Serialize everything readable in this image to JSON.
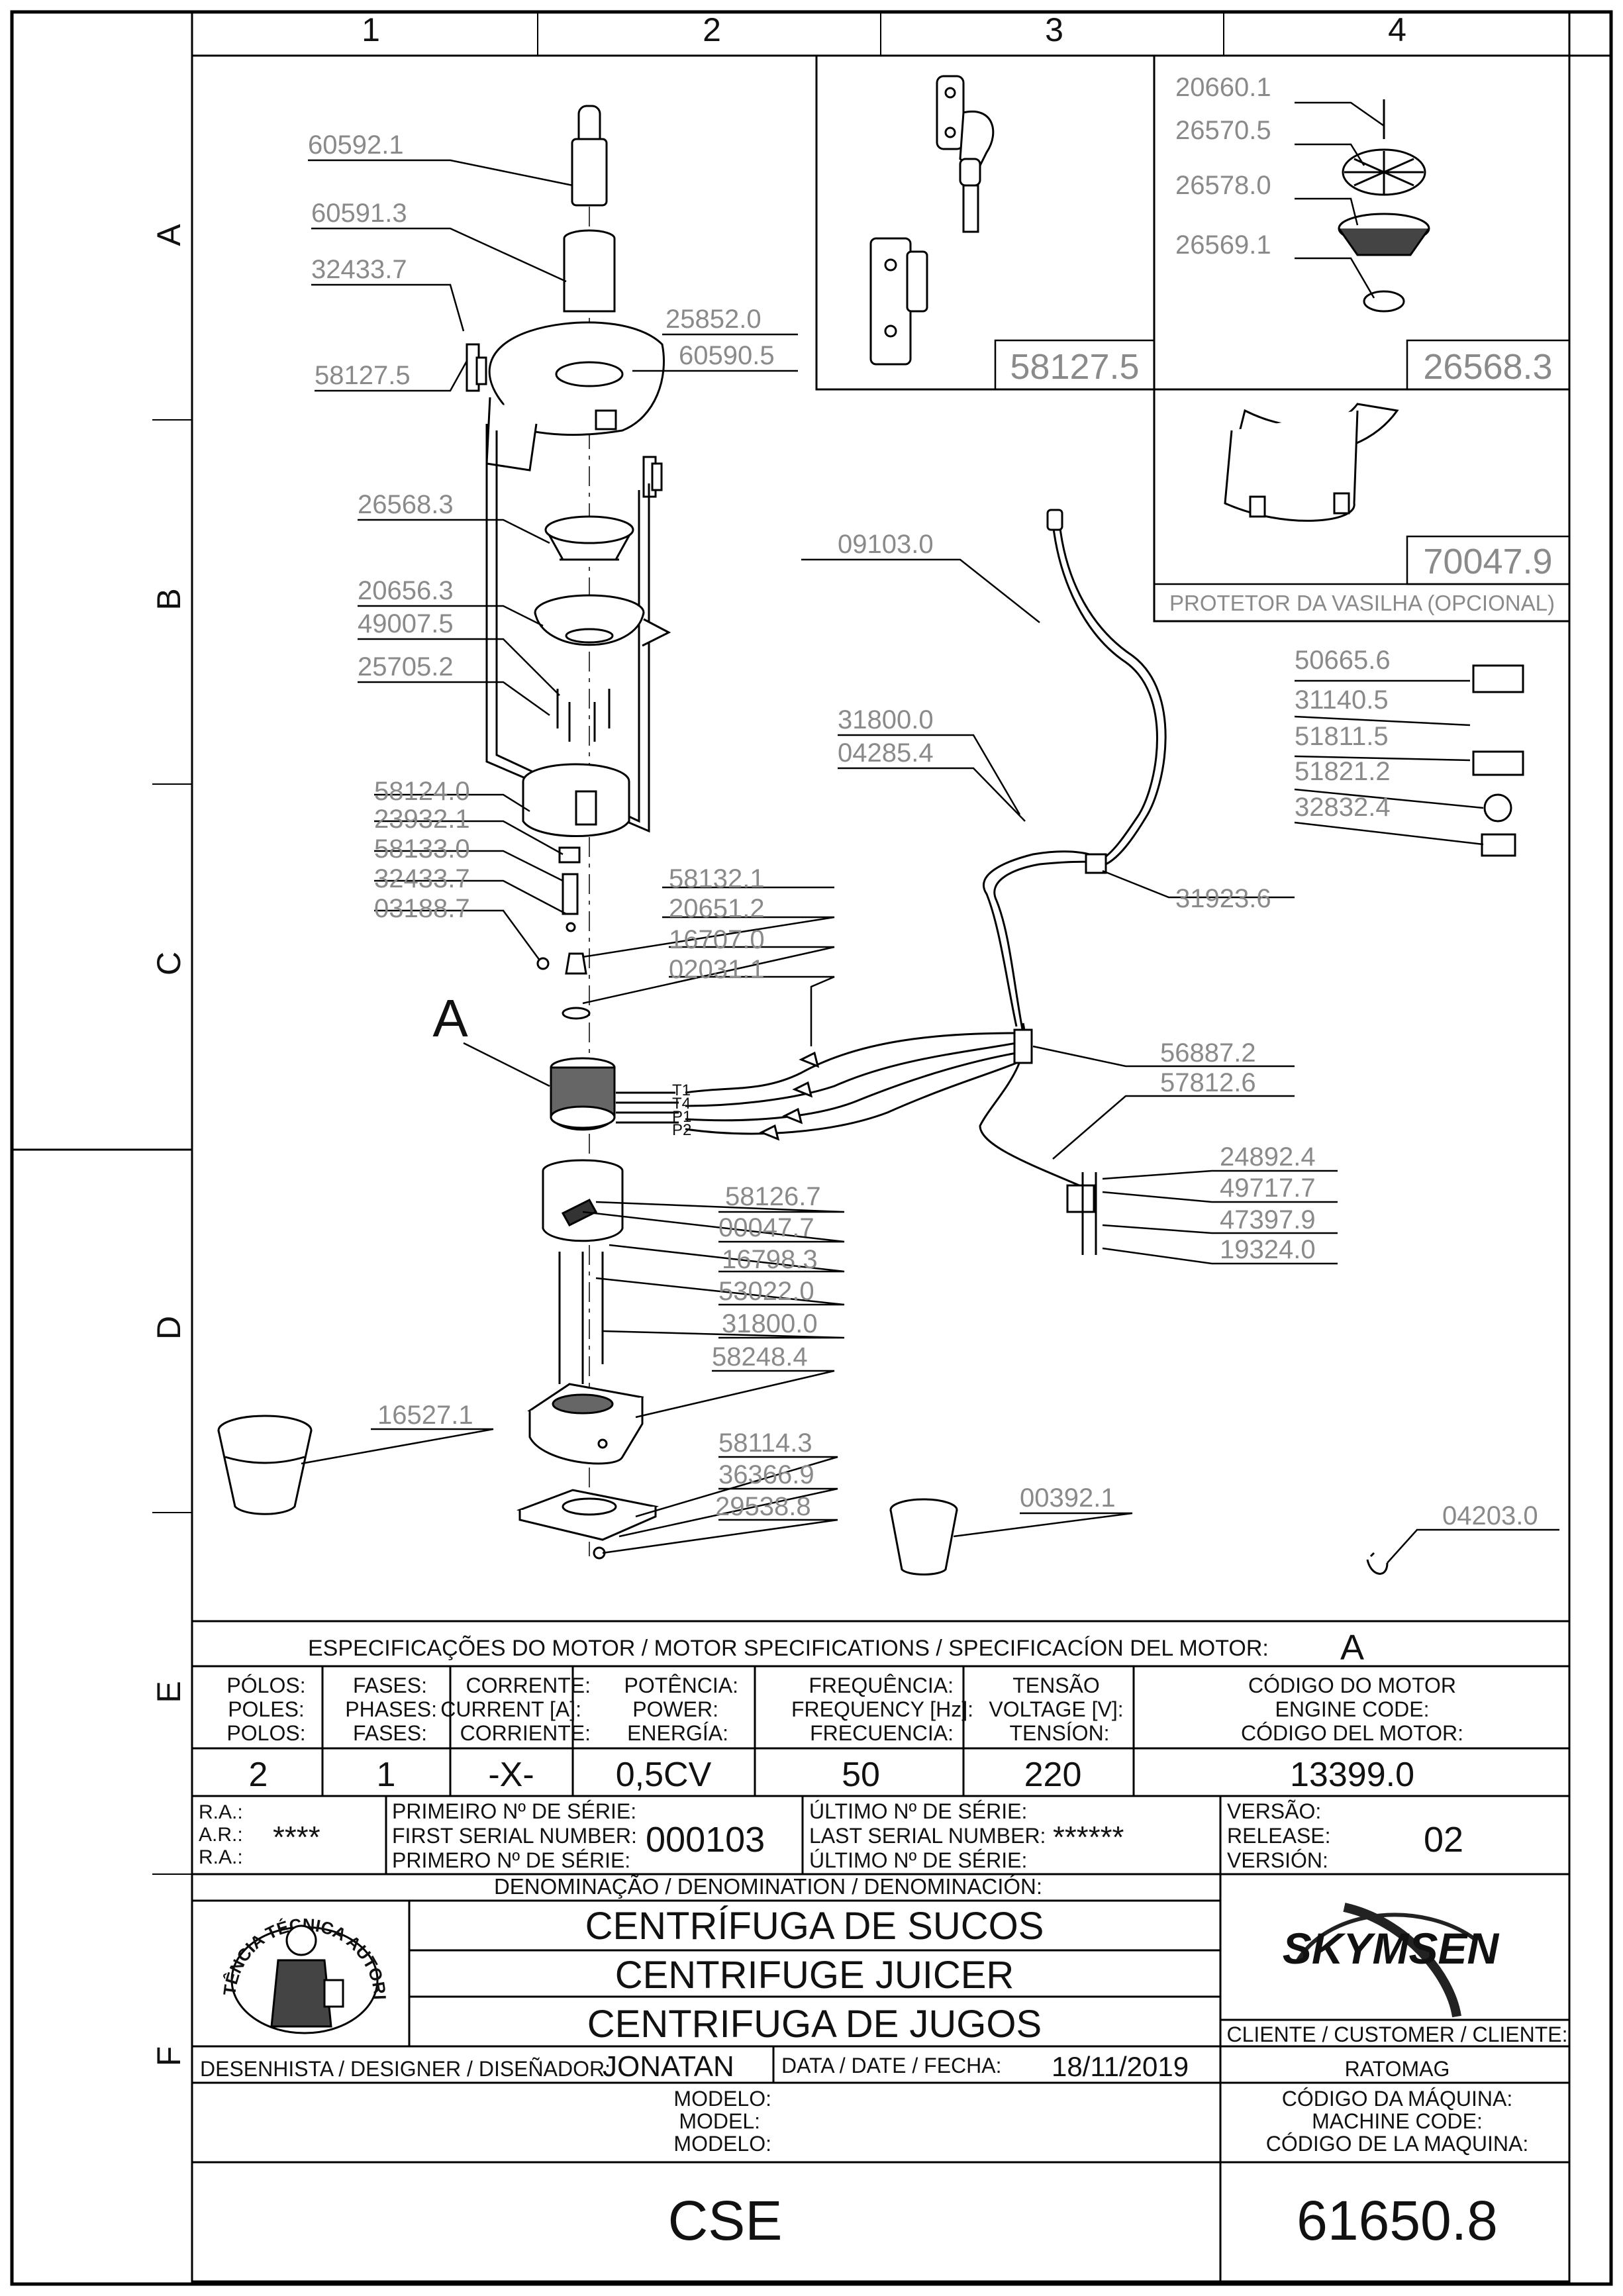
{
  "grid": {
    "columns": [
      "1",
      "2",
      "3",
      "4"
    ],
    "rows": [
      "A",
      "B",
      "C",
      "D",
      "E",
      "F"
    ]
  },
  "callouts": {
    "c1": "60592.1",
    "c2": "60591.3",
    "c3": "32433.7",
    "c4": "58127.5",
    "c5": "25852.0",
    "c6": "60590.5",
    "c7": "26568.3",
    "c8": "20656.3",
    "c9": "49007.5",
    "c10": "25705.2",
    "c11": "58124.0",
    "c12": "23932.1",
    "c13": "58133.0",
    "c14": "32433.7",
    "c15": "03188.7",
    "c16": "58132.1",
    "c17": "20651.2",
    "c18": "16707.0",
    "c19": "02031.1",
    "c20": "58126.7",
    "c21": "00047.7",
    "c22": "16798.3",
    "c23": "53022.0",
    "c24": "31800.0",
    "c25": "58248.4",
    "c26": "16527.1",
    "c27": "58114.3",
    "c28": "36366.9",
    "c29": "29538.8",
    "c30": "00392.1",
    "c31": "04203.0",
    "c32": "09103.0",
    "c33": "31800.0",
    "c34": "04285.4",
    "c35": "31923.6",
    "c36": "56887.2",
    "c37": "57812.6",
    "c38": "24892.4",
    "c39": "49717.7",
    "c40": "47397.9",
    "c41": "19324.0",
    "c42": "50665.6",
    "c43": "31140.5",
    "c44": "51811.5",
    "c45": "51821.2",
    "c46": "32832.4",
    "c47": "20660.1",
    "c48": "26570.5",
    "c49": "26578.0",
    "c50": "26569.1"
  },
  "detail_boxes": {
    "box_a_code": "58127.5",
    "box_b_code": "26568.3",
    "box_c_code": "70047.9",
    "box_c_caption": "PROTETOR DA VASILHA (OPCIONAL)"
  },
  "motor_marker": "A",
  "wire_labels": [
    "T1",
    "T4",
    "P1",
    "P2"
  ],
  "motor_spec": {
    "heading": "ESPECIFICAÇÕES DO MOTOR / MOTOR SPECIFICATIONS / SPECIFICACÍON DEL MOTOR:",
    "marker": "A",
    "headers": [
      {
        "l1": "PÓLOS:",
        "l2": "POLES:",
        "l3": "POLOS:"
      },
      {
        "l1": "FASES:",
        "l2": "PHASES:",
        "l3": "FASES:"
      },
      {
        "l1": "CORRENTE:",
        "l2": "CURRENT [A]:",
        "l3": "CORRIENTE:"
      },
      {
        "l1": "POTÊNCIA:",
        "l2": "POWER:",
        "l3": "ENERGÍA:"
      },
      {
        "l1": "FREQUÊNCIA:",
        "l2": "FREQUENCY [Hz]:",
        "l3": "FRECUENCIA:"
      },
      {
        "l1": "TENSÃO",
        "l2": "VOLTAGE [V]:",
        "l3": "TENSÍON:"
      },
      {
        "l1": "CÓDIGO DO MOTOR",
        "l2": "ENGINE CODE:",
        "l3": "CÓDIGO DEL MOTOR:"
      }
    ],
    "values": [
      "2",
      "1",
      "-X-",
      "0,5CV",
      "50",
      "220",
      "13399.0"
    ]
  },
  "serials": {
    "ra_labels": [
      "R.A.:",
      "A.R.:",
      "R.A.:"
    ],
    "ra_value": "****",
    "first_labels": [
      "PRIMEIRO Nº DE SÉRIE:",
      "FIRST SERIAL NUMBER:",
      "PRIMERO Nº DE SÉRIE:"
    ],
    "first_value": "000103",
    "last_labels": [
      "ÚLTIMO Nº DE SÉRIE:",
      "LAST SERIAL NUMBER:",
      "ÚLTIMO Nº DE SÉRIE:"
    ],
    "last_value": "******",
    "release_labels": [
      "VERSÃO:",
      "RELEASE:",
      "VERSIÓN:"
    ],
    "release_value": "02"
  },
  "denomination": {
    "heading": "DENOMINAÇÃO / DENOMINATION / DENOMINACIÓN:",
    "lines": [
      "CENTRÍFUGA DE SUCOS",
      "CENTRIFUGE JUICER",
      "CENTRIFUGA DE JUGOS"
    ]
  },
  "seal_text": "ASSISTÊNCIA TÉCNICA AUTORIZADA",
  "brand": "SKYMSEN",
  "client": {
    "label": "CLIENTE / CUSTOMER / CLIENTE:",
    "value": "RATOMAG"
  },
  "designer": {
    "label": "DESENHISTA / DESIGNER / DISEÑADOR:",
    "value": "JONATAN"
  },
  "date": {
    "label": "DATA / DATE / FECHA:",
    "value": "18/11/2019"
  },
  "model": {
    "labels": [
      "MODELO:",
      "MODEL:",
      "MODELO:"
    ],
    "value": "CSE"
  },
  "machine_code": {
    "labels": [
      "CÓDIGO DA MÁQUINA:",
      "MACHINE CODE:",
      "CÓDIGO DE LA MAQUINA:"
    ],
    "value": "61650.8"
  }
}
